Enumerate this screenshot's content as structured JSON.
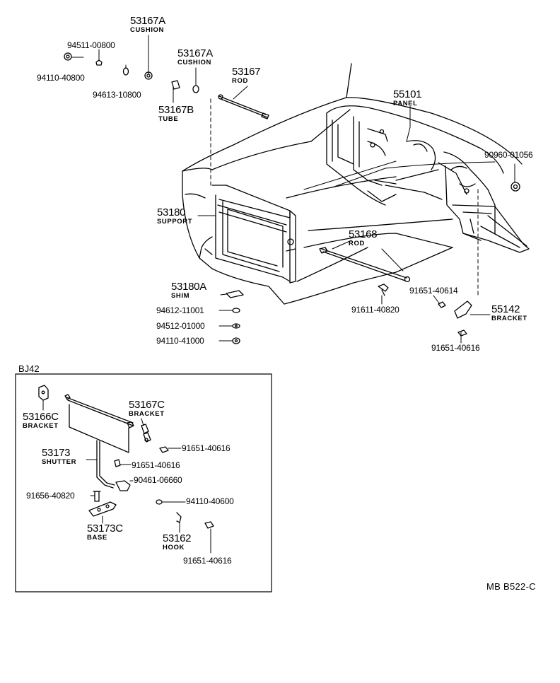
{
  "parts": {
    "p53167A_1": {
      "number": "53167A",
      "name": "CUSHION"
    },
    "p94511_00800": {
      "number": "94511-00800"
    },
    "p94110_40800": {
      "number": "94110-40800"
    },
    "p94613_10800": {
      "number": "94613-10800"
    },
    "p53167A_2": {
      "number": "53167A",
      "name": "CUSHION"
    },
    "p53167B": {
      "number": "53167B",
      "name": "TUBE"
    },
    "p53167": {
      "number": "53167",
      "name": "ROD"
    },
    "p55101": {
      "number": "55101",
      "name": "PANEL"
    },
    "p90960_01056": {
      "number": "90960-01056"
    },
    "p53180": {
      "number": "53180",
      "name": "SUPPORT"
    },
    "p53168": {
      "number": "53168",
      "name": "ROD"
    },
    "p53180A": {
      "number": "53180A",
      "name": "SHIM"
    },
    "p94612_11001": {
      "number": "94612-11001"
    },
    "p94512_01000": {
      "number": "94512-01000"
    },
    "p94110_41000": {
      "number": "94110-41000"
    },
    "p91611_40820": {
      "number": "91611-40820"
    },
    "p91651_40614": {
      "number": "91651-40614"
    },
    "p55142": {
      "number": "55142",
      "name": "BRACKET"
    },
    "p91651_40616_a": {
      "number": "91651-40616"
    }
  },
  "inset": {
    "title": "BJ42",
    "parts": {
      "p53166C": {
        "number": "53166C",
        "name": "BRACKET"
      },
      "p53167C": {
        "number": "53167C",
        "name": "BRACKET"
      },
      "p91651_40616_b": {
        "number": "91651-40616"
      },
      "p53173": {
        "number": "53173",
        "name": "SHUTTER"
      },
      "p91651_40616_c": {
        "number": "91651-40616"
      },
      "p90461_06660": {
        "number": "90461-06660"
      },
      "p91656_40820": {
        "number": "91656-40820"
      },
      "p94110_40600": {
        "number": "94110-40600"
      },
      "p53173C": {
        "number": "53173C",
        "name": "BASE"
      },
      "p53162": {
        "number": "53162",
        "name": "HOOK"
      },
      "p91651_40616_d": {
        "number": "91651-40616"
      }
    }
  },
  "diagram_code": "MB  B522-C"
}
